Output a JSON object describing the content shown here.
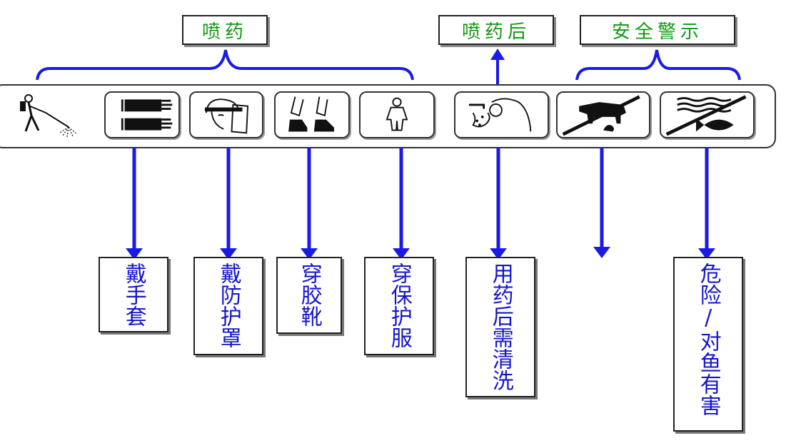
{
  "top_labels": {
    "spraying": "喷药",
    "after_spraying": "喷药后",
    "safety_warning": "安全警示"
  },
  "icons": [
    {
      "name": "person-spraying-icon"
    },
    {
      "name": "gloves-icon"
    },
    {
      "name": "face-shield-icon"
    },
    {
      "name": "boots-icon"
    },
    {
      "name": "protective-suit-icon"
    },
    {
      "name": "washing-icon"
    },
    {
      "name": "no-livestock-icon"
    },
    {
      "name": "no-fish-icon"
    }
  ],
  "bottom_labels": {
    "wear_gloves": "戴手套",
    "wear_face_shield": "戴防护罩",
    "wear_boots": "穿胶靴",
    "wear_suit": "穿保护服",
    "wash_after": "用药后需清洗",
    "fish_danger": "危险/对鱼有害"
  },
  "colors": {
    "top_label_text": "#119911",
    "bottom_label_text": "#1515cc",
    "arrows_and_braces": "#1a1ae6"
  }
}
